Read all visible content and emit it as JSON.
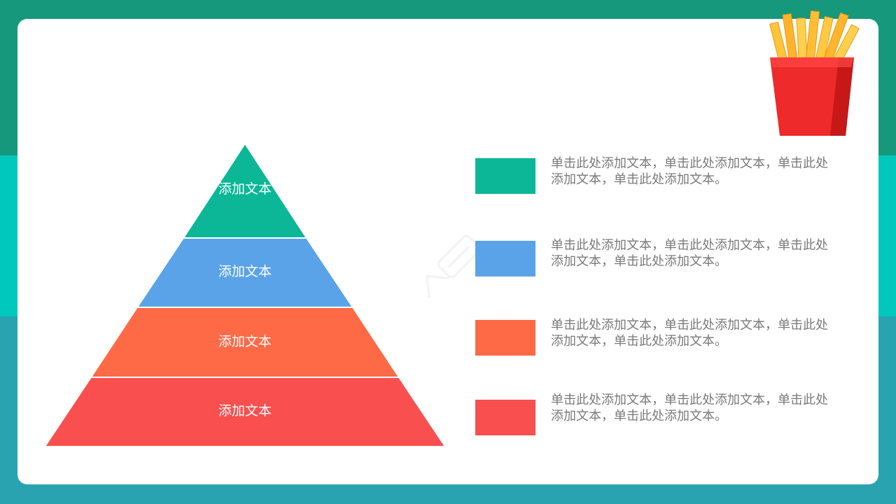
{
  "colors": {
    "band_top": "#16987c",
    "band_mid": "#00c8bc",
    "band_bot": "#2aa3b1",
    "tier_1": "#0bb797",
    "tier_2": "#5ba3e9",
    "tier_3": "#fe6946",
    "tier_4": "#f94f4f",
    "legend_text": "#7a7a7a"
  },
  "pyramid": {
    "tiers": [
      {
        "label": "添加文本"
      },
      {
        "label": "添加文本"
      },
      {
        "label": "添加文本"
      },
      {
        "label": "添加文本"
      }
    ]
  },
  "legend": {
    "items": [
      {
        "line1": "单击此处添加文本，单击此处添加文本，单击此处",
        "line2": "添加文本，单击此处添加文本。"
      },
      {
        "line1": "单击此处添加文本，单击此处添加文本，单击此处",
        "line2": "添加文本，单击此处添加文本。"
      },
      {
        "line1": "单击此处添加文本，单击此处添加文本，单击此处",
        "line2": "添加文本，单击此处添加文本。"
      },
      {
        "line1": "单击此处添加文本，单击此处添加文本，单击此处",
        "line2": "添加文本，单击此处添加文本。"
      }
    ]
  },
  "icons": {
    "decoration": "french-fries-icon",
    "watermark": "pptx-watermark-logo"
  }
}
